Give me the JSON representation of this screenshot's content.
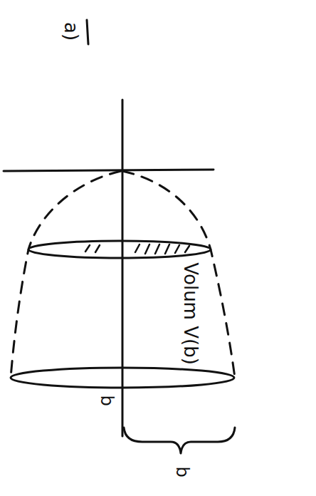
{
  "diagram": {
    "labels": [
      "a)",
      "Volum V(b)",
      "b",
      "b"
    ]
  }
}
